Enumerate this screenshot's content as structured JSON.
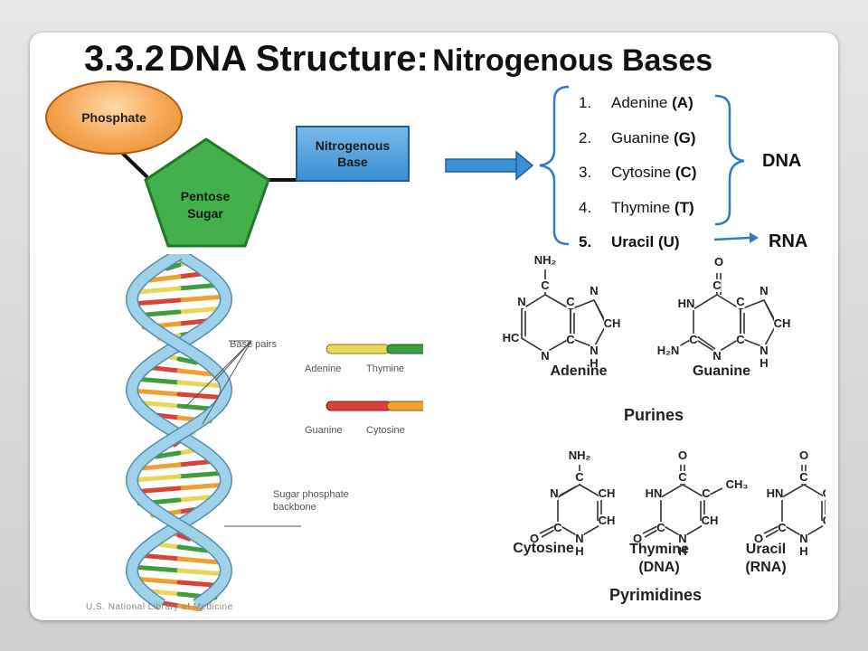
{
  "title": {
    "number": "3.3.2",
    "main": "DNA Structure:",
    "sub": "Nitrogenous Bases"
  },
  "nucleotide": {
    "phosphate": "Phosphate",
    "sugar_line1": "Pentose",
    "sugar_line2": "Sugar",
    "base_line1": "Nitrogenous",
    "base_line2": "Base"
  },
  "bases": [
    {
      "num": "1.",
      "name": "Adenine",
      "code": "(A)"
    },
    {
      "num": "2.",
      "name": "Guanine",
      "code": "(G)"
    },
    {
      "num": "3.",
      "name": "Cytosine",
      "code": "(C)"
    },
    {
      "num": "4.",
      "name": "Thymine",
      "code": "(T)"
    },
    {
      "num": "5.",
      "name": "Uracil (U)",
      "code": ""
    }
  ],
  "group_labels": {
    "dna": "DNA",
    "rna": "RNA"
  },
  "helix": {
    "base_pairs": "Base pairs",
    "backbone_line1": "Sugar phosphate",
    "backbone_line2": "backbone",
    "pair1_left": "Adenine",
    "pair1_right": "Thymine",
    "pair2_left": "Guanine",
    "pair2_right": "Cytosine",
    "credit": "U.S. National Library of Medicine"
  },
  "molecules": {
    "adenine": "Adenine",
    "guanine": "Guanine",
    "purines": "Purines",
    "cytosine": "Cytosine",
    "thymine": "Thymine",
    "thymine_note": "(DNA)",
    "uracil": "Uracil",
    "uracil_note": "(RNA)",
    "pyrimidines": "Pyrimidines"
  },
  "colors": {
    "phosphate": "#f6a553",
    "sugar": "#3fae49",
    "base_box": "#3b8fd3",
    "arrow": "#3a8fd6",
    "adenine": "#e8d65a",
    "thymine": "#3f9d3f",
    "guanine": "#d9423a",
    "cytosine": "#f0a030",
    "backbone": "#9fd1ea"
  },
  "icons": [
    "pentagon-shape",
    "right-arrow-icon",
    "curly-bracket"
  ]
}
